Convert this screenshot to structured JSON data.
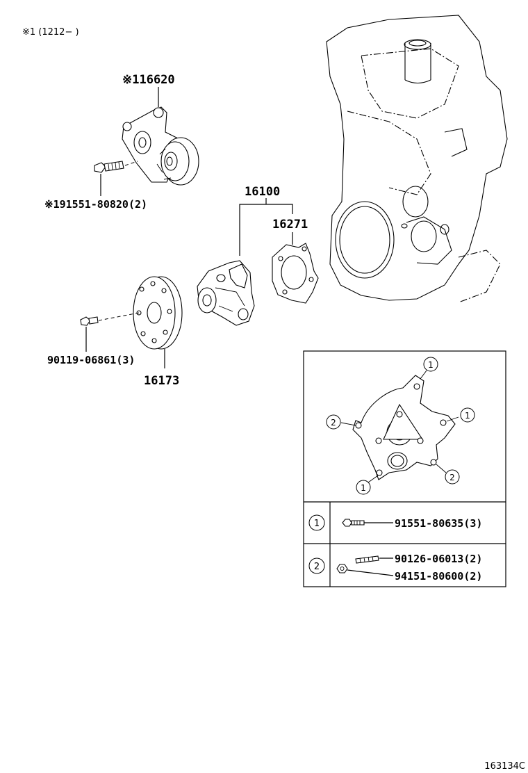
{
  "note": "※1 (1212−    )",
  "diagram_code": "163134C",
  "labels": {
    "tensioner": "※116620",
    "tensioner_bolt": "※191551-80820(2)",
    "water_pump": "16100",
    "gasket": "16271",
    "pulley_bolt": "90119-06861(3)",
    "pulley": "16173"
  },
  "inset": {
    "callout_1": "1",
    "callout_2": "2",
    "rows": [
      {
        "marker": "1",
        "parts": [
          "91551-80635(3)"
        ]
      },
      {
        "marker": "2",
        "parts": [
          "90126-06013(2)",
          "94151-80600(2)"
        ]
      }
    ]
  },
  "icons": [
    "bolt-icon",
    "stud-icon",
    "nut-icon",
    "circled-number-icon"
  ]
}
